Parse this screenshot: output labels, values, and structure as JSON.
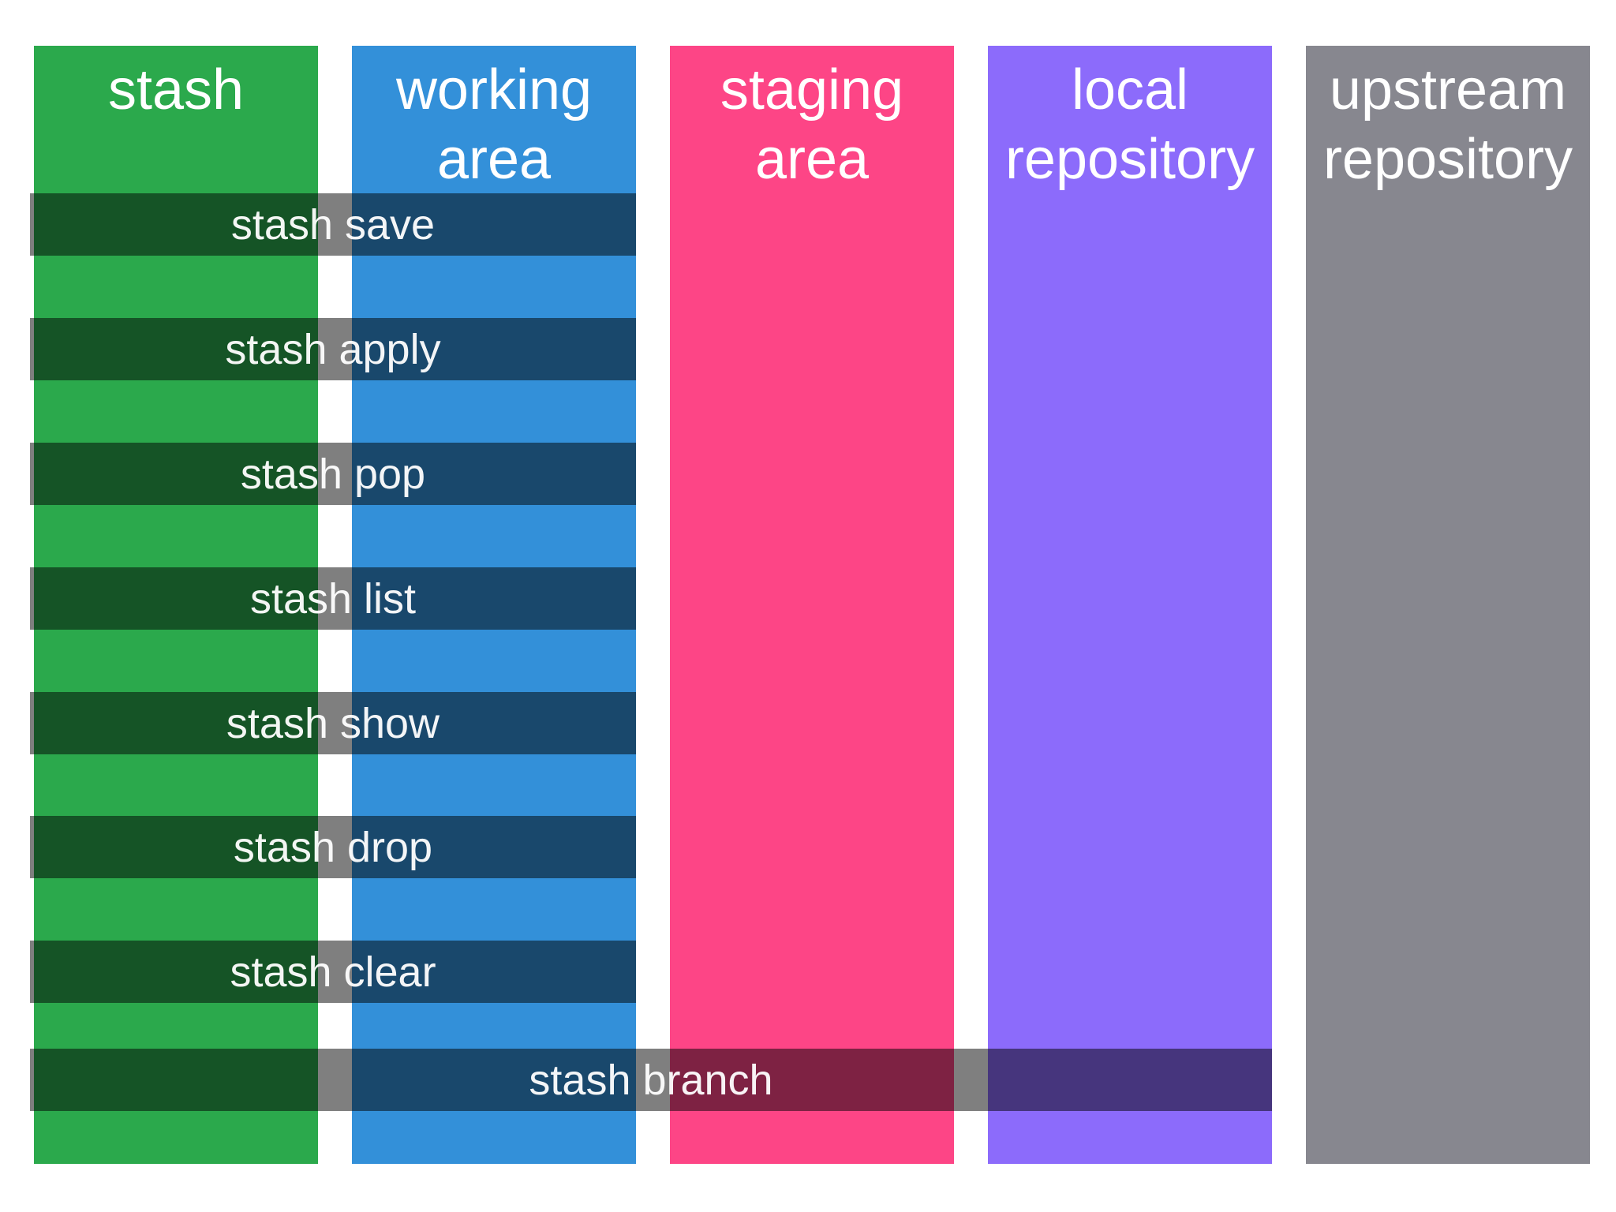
{
  "canvas": {
    "background": "#ffffff"
  },
  "overlay": {
    "color": "rgba(0, 0, 0, 0.5)",
    "label_color": "#ffffff"
  },
  "columns": [
    {
      "id": "stash",
      "label": "stash",
      "lines": [
        "stash"
      ],
      "color": "#2ba94c"
    },
    {
      "id": "working-area",
      "label": "working area",
      "lines": [
        "working",
        "area"
      ],
      "color": "#3390d9"
    },
    {
      "id": "staging-area",
      "label": "staging area",
      "lines": [
        "staging",
        "area"
      ],
      "color": "#fd4586"
    },
    {
      "id": "local-repository",
      "label": "local repository",
      "lines": [
        "local",
        "repository"
      ],
      "color": "#8c6bfb"
    },
    {
      "id": "upstream-repository",
      "label": "upstream repository",
      "lines": [
        "upstream",
        "repository"
      ],
      "color": "#87878f"
    }
  ],
  "commands": [
    {
      "label": "stash save",
      "spans_columns": [
        "stash",
        "working-area"
      ]
    },
    {
      "label": "stash apply",
      "spans_columns": [
        "stash",
        "working-area"
      ]
    },
    {
      "label": "stash pop",
      "spans_columns": [
        "stash",
        "working-area"
      ]
    },
    {
      "label": "stash list",
      "spans_columns": [
        "stash",
        "working-area"
      ]
    },
    {
      "label": "stash show",
      "spans_columns": [
        "stash",
        "working-area"
      ]
    },
    {
      "label": "stash drop",
      "spans_columns": [
        "stash",
        "working-area"
      ]
    },
    {
      "label": "stash clear",
      "spans_columns": [
        "stash",
        "working-area"
      ]
    },
    {
      "label": "stash branch",
      "spans_columns": [
        "stash",
        "working-area",
        "staging-area",
        "local-repository"
      ]
    }
  ]
}
